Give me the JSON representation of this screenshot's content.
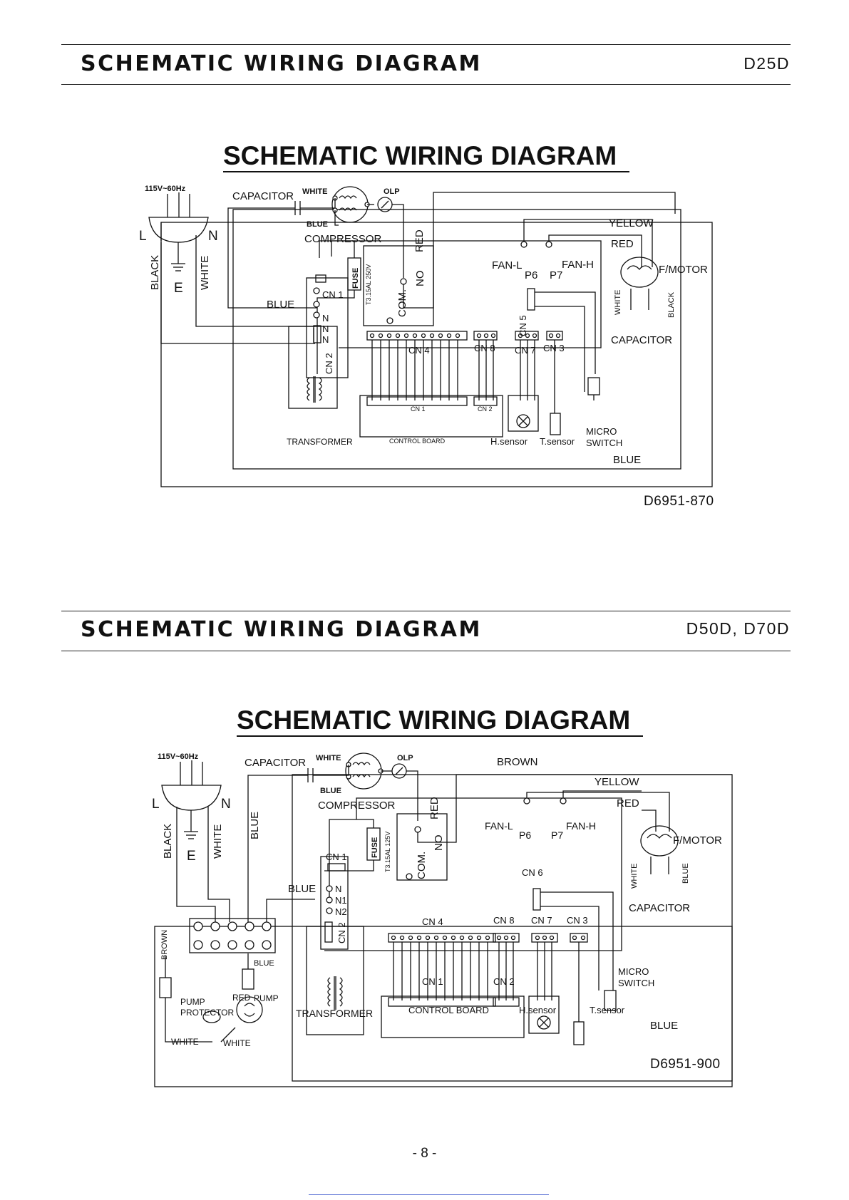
{
  "page": {
    "number": "- 8 -"
  },
  "sections": [
    {
      "header": "SCHEMATIC WIRING DIAGRAM",
      "model": "D25D",
      "diagram": {
        "title": "SCHEMATIC WIRING DIAGRAM",
        "code": "D6951-870",
        "labels": {
          "voltage": "115V~60Hz",
          "L": "L",
          "N": "N",
          "E": "E",
          "black": "BLACK",
          "white": "WHITE",
          "blue": "BLUE",
          "capacitor": "CAPACITOR",
          "comp_white": "WHITE",
          "comp_blue": "BLUE",
          "olp": "OLP",
          "compressor": "COMPRESSOR",
          "red": "RED",
          "fuse": "FUSE",
          "fuse_rating": "T3.15AL 250V",
          "com": "COM.",
          "no": "NO",
          "yellow": "YELLOW",
          "red2": "RED",
          "fan_l": "FAN-L",
          "fan_h": "FAN-H",
          "p6": "P6",
          "p7": "P7",
          "fmotor": "F/MOTOR",
          "motor_white": "WHITE",
          "motor_black": "BLACK",
          "capacitor2": "CAPACITOR",
          "cn1": "CN 1",
          "n1": "N",
          "n2": "N",
          "n3": "N",
          "cn2": "CN 2",
          "cn4": "CN 4",
          "cn8": "CN  8",
          "cn7": "CN 7",
          "cn3": "CN 3",
          "cn5": "CN 5",
          "board_cn1": "CN 1",
          "board_cn2": "CN 2",
          "transformer": "TRANSFORMER",
          "control_board": "CONTROL BOARD",
          "hsensor": "H.sensor",
          "tsensor": "T.sensor",
          "micro": "MICRO",
          "switch": "SWITCH",
          "blue_bottom": "BLUE"
        }
      }
    },
    {
      "header": "SCHEMATIC WIRING DIAGRAM",
      "model": "D50D, D70D",
      "diagram": {
        "title": "SCHEMATIC WIRING DIAGRAM",
        "code": "D6951-900",
        "labels": {
          "voltage": "115V~60Hz",
          "L": "L",
          "N": "N",
          "E": "E",
          "black": "BLACK",
          "white": "WHITE",
          "blue_v": "BLUE",
          "blue": "BLUE",
          "capacitor": "CAPACITOR",
          "comp_white": "WHITE",
          "comp_blue": "BLUE",
          "olp": "OLP",
          "compressor": "COMPRESSOR",
          "red": "RED",
          "brown": "BROWN",
          "fuse": "FUSE",
          "fuse_rating": "T3.15AL 125V",
          "com": "COM.",
          "no": "NO",
          "yellow": "YELLOW",
          "red2": "RED",
          "fan_l": "FAN-L",
          "fan_h": "FAN-H",
          "p6": "P6",
          "p7": "P7",
          "fmotor": "F/MOTOR",
          "motor_white": "WHITE",
          "motor_blue": "BLUE",
          "capacitor2": "CAPACITOR",
          "cn1": "CN 1",
          "n": "N",
          "n1": "N1",
          "n2": "N2",
          "cn2": "CN 2",
          "cn6": "CN 6",
          "cn4": "CN 4",
          "cn8": "CN 8",
          "cn7": "CN 7",
          "cn3": "CN 3",
          "board_cn1": "CN 1",
          "board_cn2": "CN 2",
          "transformer": "TRANSFORMER",
          "control_board": "CONTROL BOARD",
          "hsensor": "H.sensor",
          "tsensor": "T.sensor",
          "micro": "MICRO",
          "switch": "SWITCH",
          "blue_bottom": "BLUE",
          "brown_v": "BROWN",
          "blue_pump": "BLUE",
          "red_pump": "RED",
          "pump": "PUMP",
          "pump_protector_1": "PUMP",
          "pump_protector_2": "PROTECTOR",
          "white_a": "WHITE",
          "white_b": "WHITE"
        }
      }
    }
  ]
}
